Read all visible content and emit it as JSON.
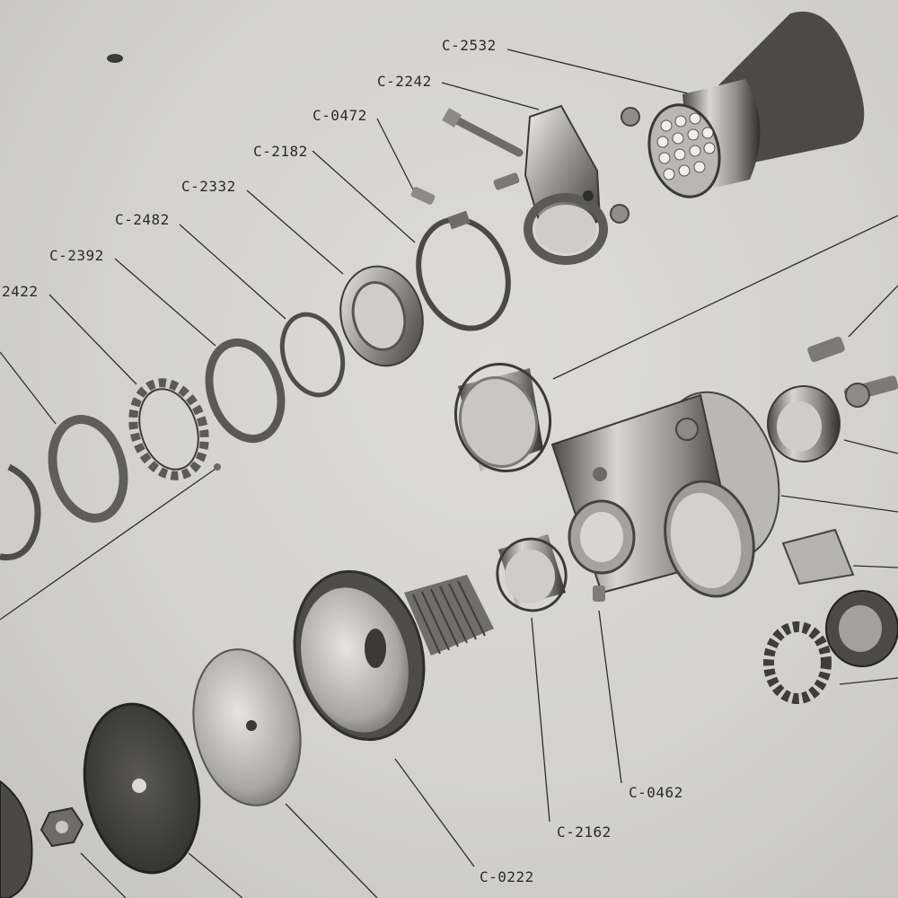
{
  "labels": {
    "c2532": "C-2532",
    "c2242": "C-2242",
    "c0472": "C-0472",
    "c2182": "C-2182",
    "c2332": "C-2332",
    "c2482": "C-2482",
    "c2392": "C-2392",
    "c2422": "2422",
    "c0462": "C-0462",
    "c2162": "C-2162",
    "c0222": "C-0222"
  }
}
